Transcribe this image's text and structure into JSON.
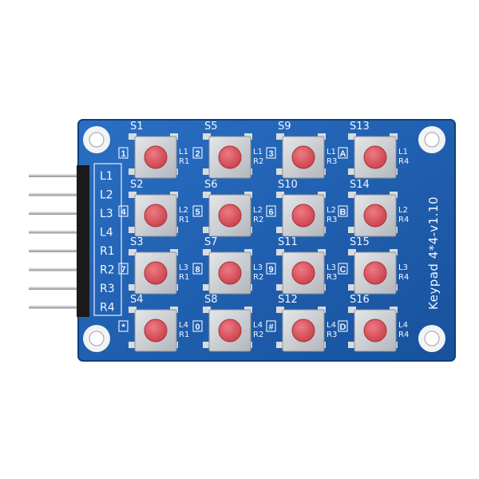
{
  "board": {
    "name": "Keypad 4*4-v1.10",
    "pcb_color": "#1e5fb3",
    "button_color": "#e0555e",
    "switch_body_color": "#cfd2d6"
  },
  "header_pins": [
    "L1",
    "L2",
    "L3",
    "L4",
    "R1",
    "R2",
    "R3",
    "R4"
  ],
  "switches": [
    {
      "id": "S1",
      "key": "1",
      "row_label": "L1",
      "col_label": "R1"
    },
    {
      "id": "S5",
      "key": "2",
      "row_label": "L1",
      "col_label": "R2"
    },
    {
      "id": "S9",
      "key": "3",
      "row_label": "L1",
      "col_label": "R3"
    },
    {
      "id": "S13",
      "key": "A",
      "row_label": "L1",
      "col_label": "R4"
    },
    {
      "id": "S2",
      "key": "4",
      "row_label": "L2",
      "col_label": "R1"
    },
    {
      "id": "S6",
      "key": "5",
      "row_label": "L2",
      "col_label": "R2"
    },
    {
      "id": "S10",
      "key": "6",
      "row_label": "L2",
      "col_label": "R3"
    },
    {
      "id": "S14",
      "key": "B",
      "row_label": "L2",
      "col_label": "R4"
    },
    {
      "id": "S3",
      "key": "7",
      "row_label": "L3",
      "col_label": "R1"
    },
    {
      "id": "S7",
      "key": "8",
      "row_label": "L3",
      "col_label": "R2"
    },
    {
      "id": "S11",
      "key": "9",
      "row_label": "L3",
      "col_label": "R3"
    },
    {
      "id": "S15",
      "key": "C",
      "row_label": "L3",
      "col_label": "R4"
    },
    {
      "id": "S4",
      "key": "*",
      "row_label": "L4",
      "col_label": "R1"
    },
    {
      "id": "S8",
      "key": "0",
      "row_label": "L4",
      "col_label": "R2"
    },
    {
      "id": "S12",
      "key": "#",
      "row_label": "L4",
      "col_label": "R3"
    },
    {
      "id": "S16",
      "key": "D",
      "row_label": "L4",
      "col_label": "R4"
    }
  ]
}
